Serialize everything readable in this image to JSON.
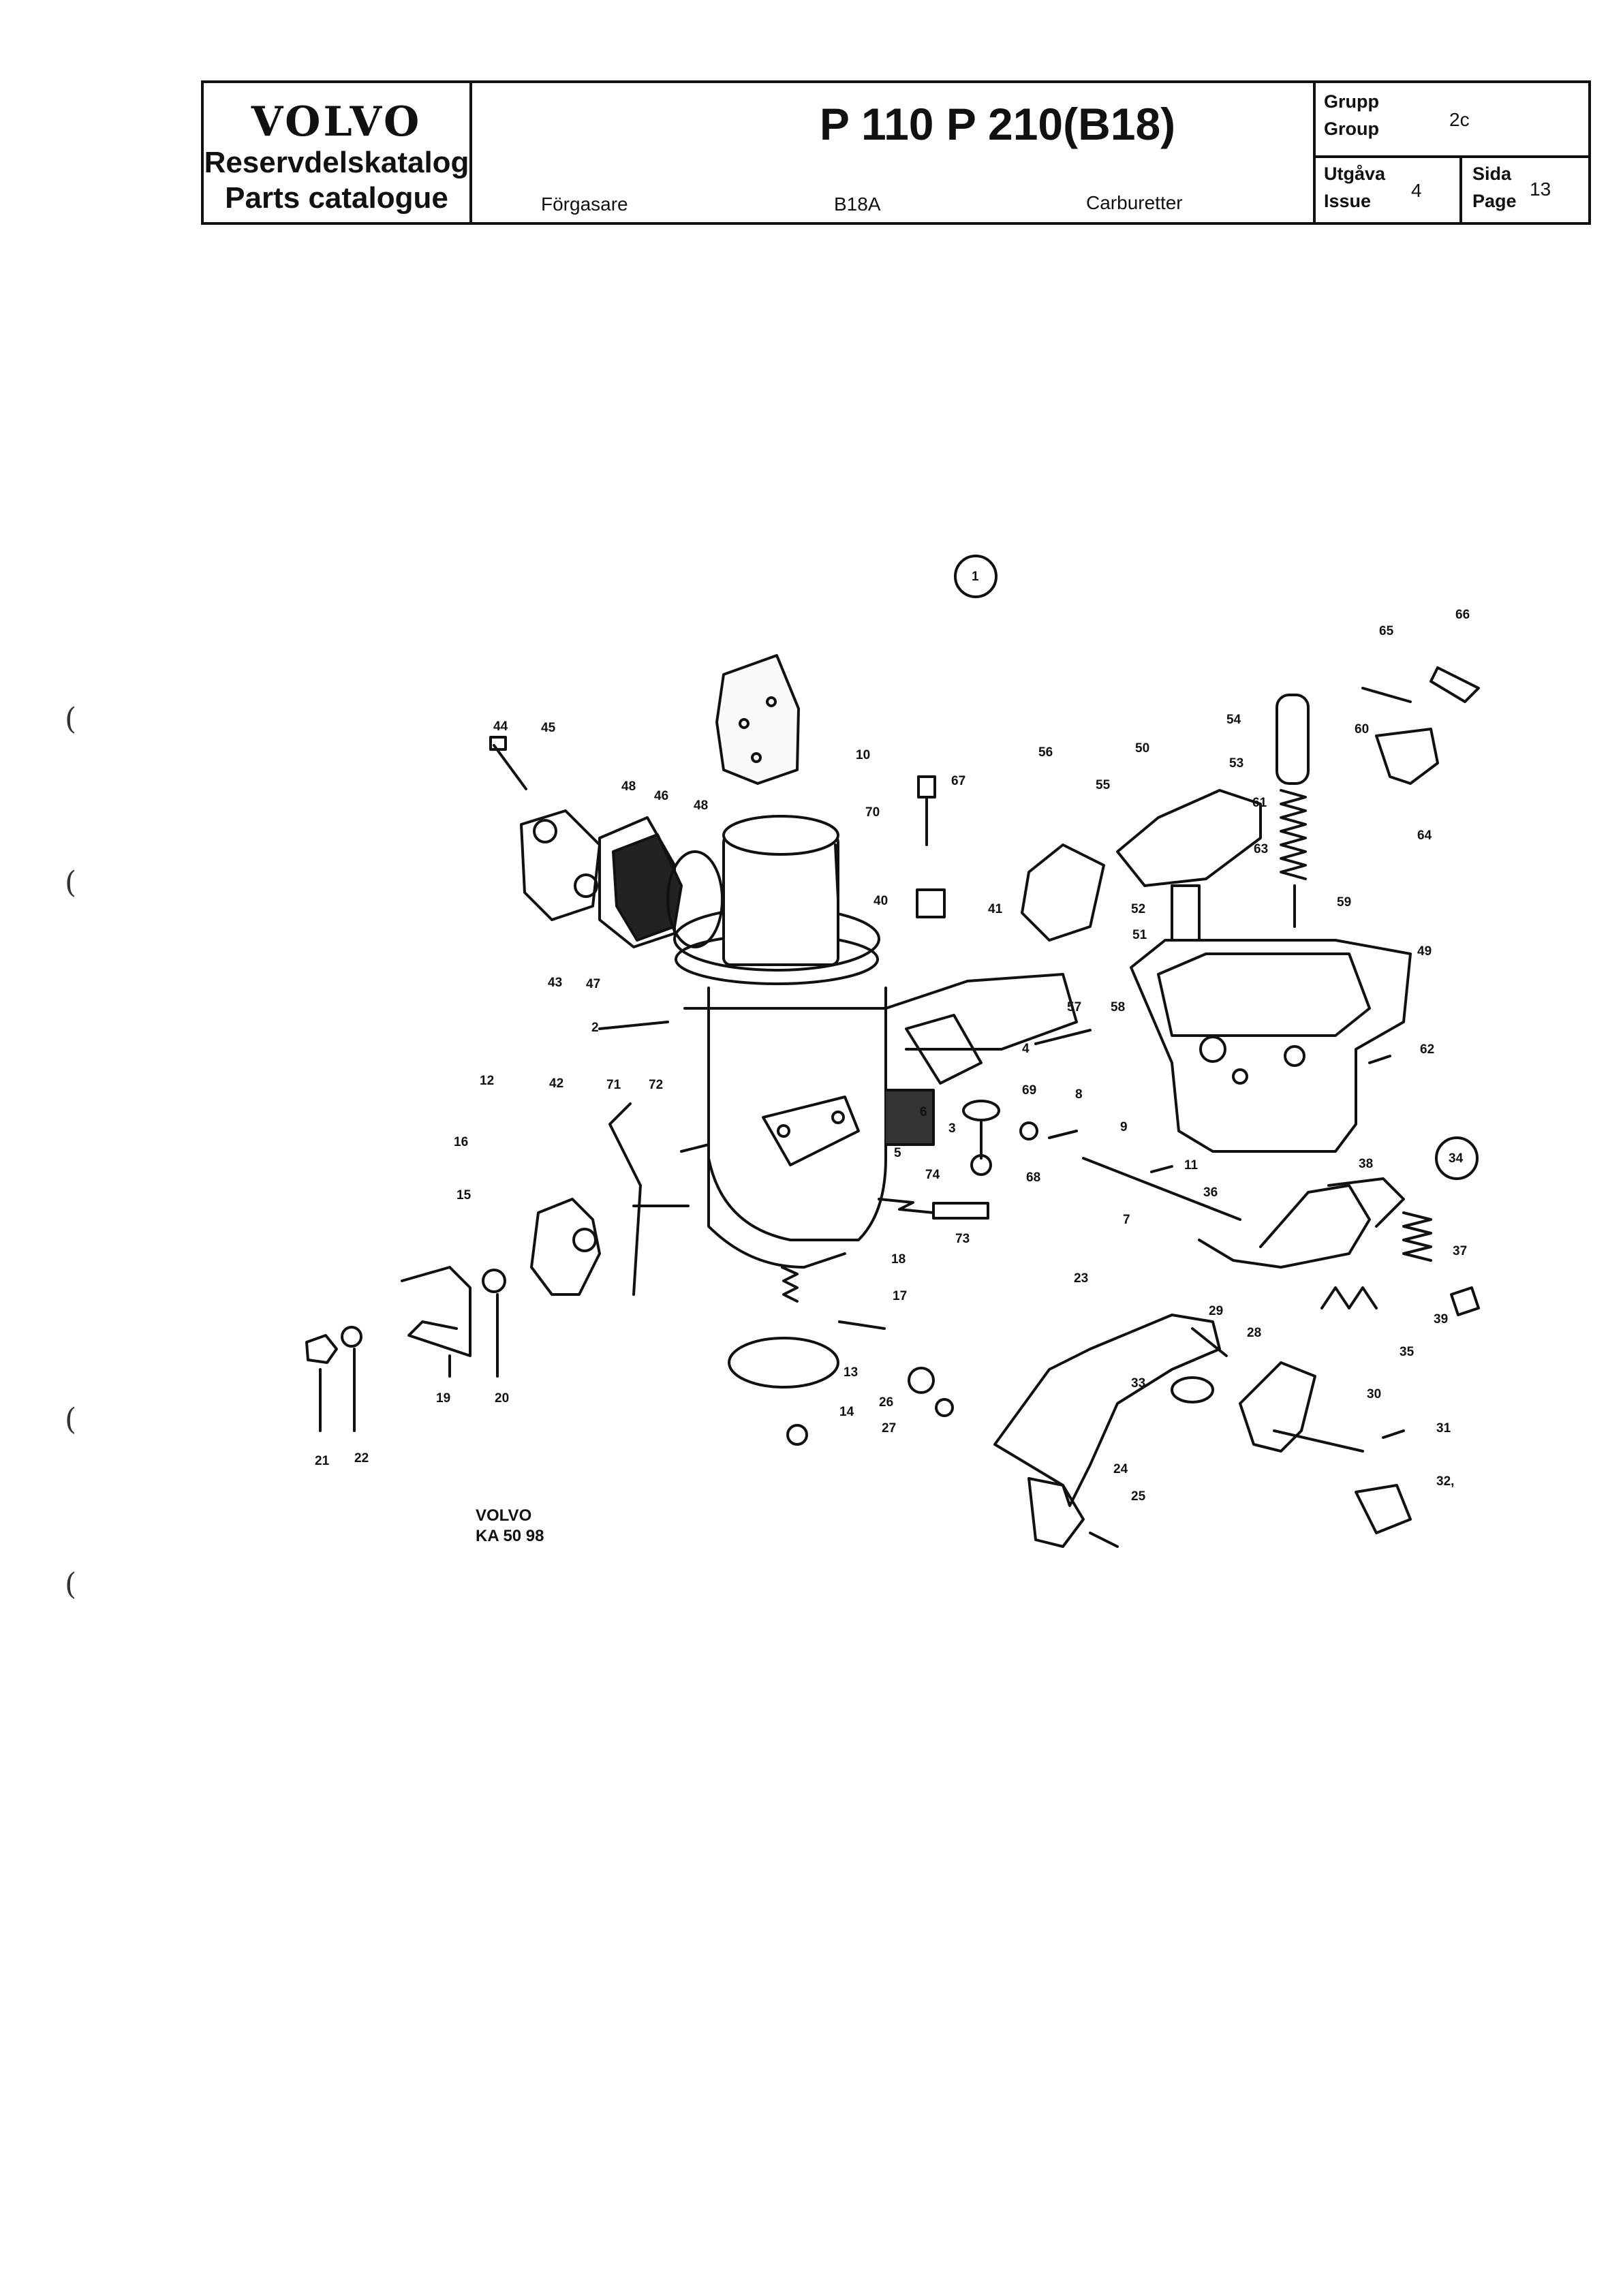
{
  "header": {
    "brand": "VOLVO",
    "catalog_sv": "Reservdelskatalog",
    "catalog_en": "Parts catalogue",
    "model": "P 110  P 210(B18)",
    "section_sv": "Förgasare",
    "engine": "B18A",
    "section_en": "Carburetter",
    "group_label_sv": "Grupp",
    "group_label_en": "Group",
    "group_value": "2c",
    "issue_label_sv": "Utgåva",
    "issue_label_en": "Issue",
    "issue_value": "4",
    "page_label_sv": "Sida",
    "page_label_en": "Page",
    "page_value": "13"
  },
  "diagram": {
    "figure_number": "1",
    "callouts": [
      "1",
      "2",
      "3",
      "4",
      "5",
      "6",
      "7",
      "8",
      "9",
      "10",
      "11",
      "12",
      "13",
      "14",
      "15",
      "16",
      "17",
      "18",
      "19",
      "20",
      "21",
      "22",
      "23",
      "24",
      "25",
      "26",
      "27",
      "28",
      "29",
      "30",
      "31",
      "32,",
      "33",
      "34",
      "35",
      "36",
      "37",
      "38",
      "39",
      "40",
      "41",
      "42",
      "43",
      "44",
      "45",
      "46",
      "47",
      "48",
      "48",
      "49",
      "50",
      "51",
      "52",
      "53",
      "54",
      "55",
      "56",
      "57",
      "58",
      "59",
      "60",
      "61",
      "62",
      "63",
      "64",
      "65",
      "66",
      "67",
      "68",
      "69",
      "70",
      "71",
      "72",
      "73",
      "74"
    ]
  },
  "footer": {
    "line1": "VOLVO",
    "line2": "KA  50 98"
  }
}
